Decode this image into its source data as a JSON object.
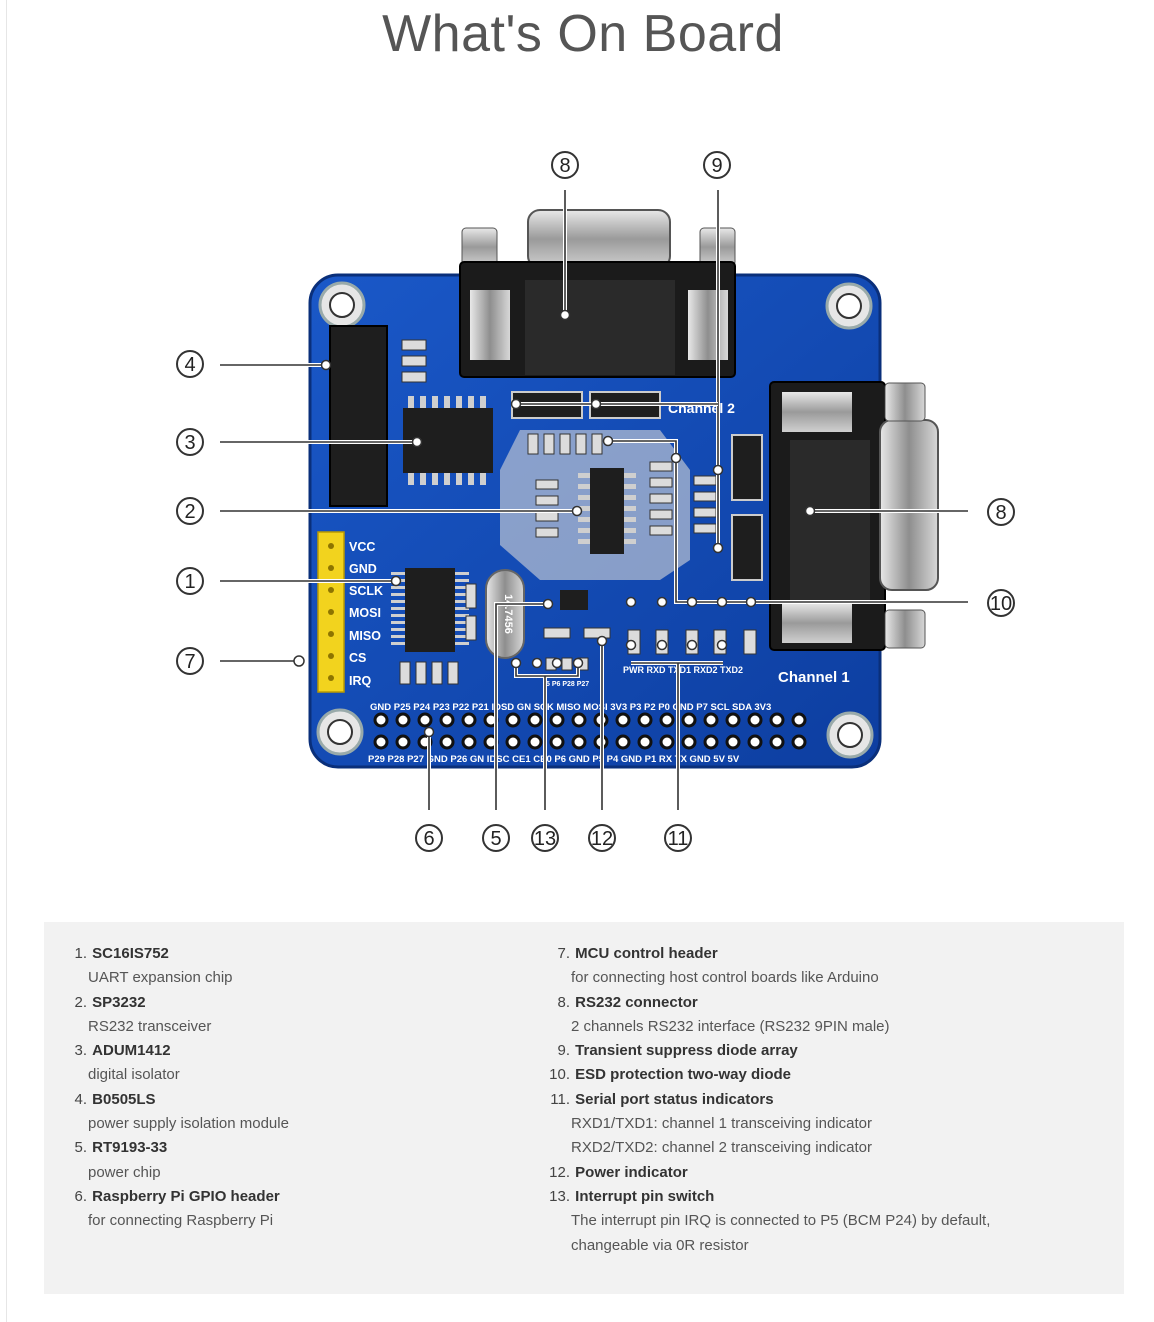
{
  "title": "What's On Board",
  "board": {
    "channel1_label": "Channel  1",
    "channel2_label": "Channel  2",
    "header_pins": [
      "VCC",
      "GND",
      "SCLK",
      "MOSI",
      "MISO",
      "CS",
      "IRQ"
    ],
    "led_labels": "PWR RXD TXD1 RXD2 TXD2",
    "gpio_top_row": "GND P25 P24 P23 P22 P21 IDSD GN SCK MISO MOSI 3V3 P3 P2 P0 GND P7 SCL SDA 3V3",
    "gpio_bottom_row": "P29 P28 P27 GND P26 GN IDSC CE1 CE0 P6 GND P5 P4 GND P1 RX TX GND 5V 5V",
    "crystal_label": "14.7456",
    "irq_select_labels": "5 P6 P28 P27"
  },
  "callouts": [
    "1",
    "2",
    "3",
    "4",
    "5",
    "6",
    "7",
    "8",
    "8",
    "9",
    "10",
    "11",
    "12",
    "13"
  ],
  "legend": {
    "left": [
      {
        "num": "1.",
        "name": "SC16IS752",
        "desc": [
          "UART expansion chip"
        ]
      },
      {
        "num": "2.",
        "name": "SP3232",
        "desc": [
          "RS232 transceiver"
        ]
      },
      {
        "num": "3.",
        "name": "ADUM1412",
        "desc": [
          "digital isolator"
        ]
      },
      {
        "num": "4.",
        "name": "B0505LS",
        "desc": [
          "power supply isolation module"
        ]
      },
      {
        "num": "5.",
        "name": "RT9193-33",
        "desc": [
          "power chip"
        ]
      },
      {
        "num": "6.",
        "name": "Raspberry Pi GPIO header",
        "desc": [
          "for connecting Raspberry Pi"
        ]
      }
    ],
    "right": [
      {
        "num": "7.",
        "name": "MCU control header",
        "desc": [
          "for connecting host control boards like Arduino"
        ]
      },
      {
        "num": "8.",
        "name": "RS232 connector",
        "desc": [
          "2 channels RS232 interface (RS232 9PIN male)"
        ]
      },
      {
        "num": "9.",
        "name": "Transient suppress diode array",
        "desc": []
      },
      {
        "num": "10.",
        "name": "ESD protection two-way diode",
        "desc": []
      },
      {
        "num": "11.",
        "name": "Serial port status indicators",
        "desc": [
          "RXD1/TXD1: channel 1 transceiving indicator",
          "RXD2/TXD2: channel 2 transceiving indicator"
        ]
      },
      {
        "num": "12.",
        "name": "Power indicator",
        "desc": []
      },
      {
        "num": "13.",
        "name": "Interrupt pin switch",
        "desc": [
          "The interrupt pin IRQ is connected to P5 (BCM P24) by default,",
          "changeable via 0R resistor"
        ]
      }
    ]
  }
}
